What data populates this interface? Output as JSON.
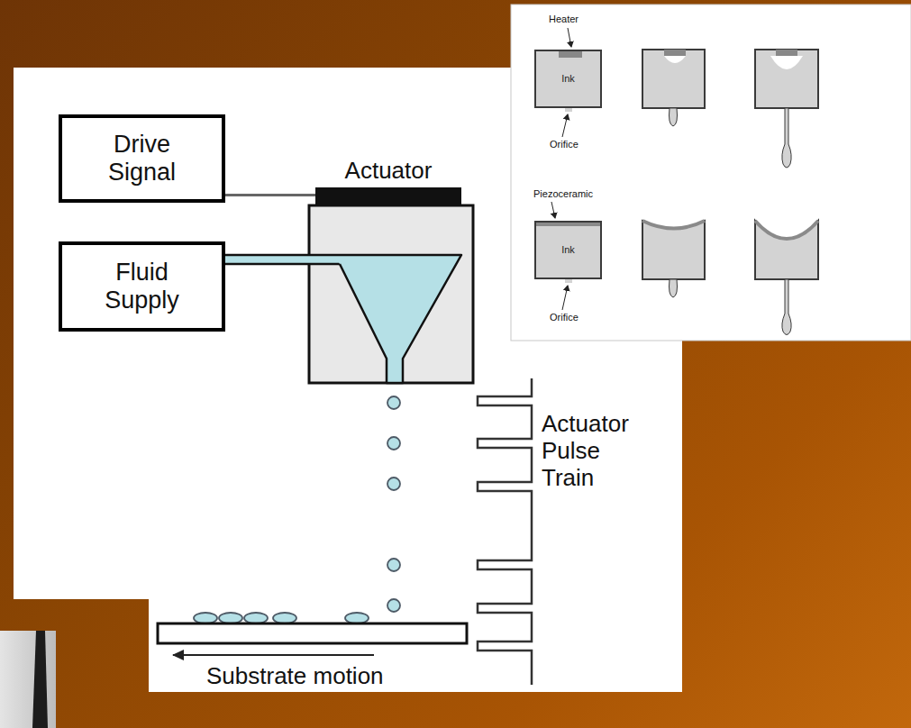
{
  "diagram": {
    "nodes": [
      {
        "text": [
          "Drive Signal"
        ]
      },
      {
        "text": [
          "Fluid Supply"
        ]
      },
      {
        "text": [
          "Actuator"
        ]
      },
      {
        "text": [
          "Ink"
        ]
      },
      {
        "text": [
          "Ink"
        ]
      }
    ],
    "edges": [
      {
        "from": 0,
        "to": 2,
        "arrow": "none"
      }
    ],
    "labels": [
      "Actuator Pulse Train",
      "Substrate motion",
      "Heater",
      "Orifice",
      "Piezoceramic",
      "Orifice"
    ]
  }
}
